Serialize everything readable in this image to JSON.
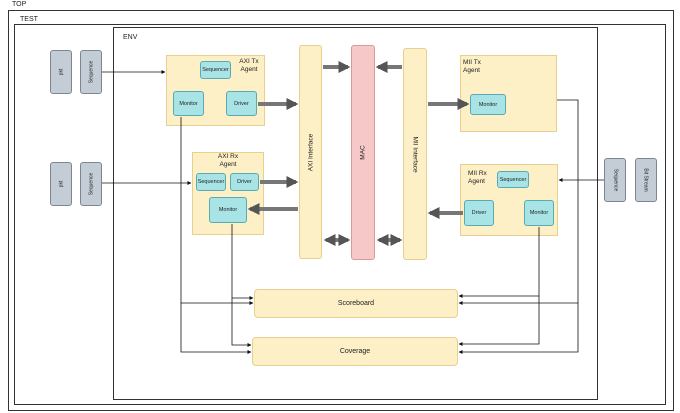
{
  "top_label": "TOP",
  "test_label": "TEST",
  "env_label": "ENV",
  "left_upper": {
    "pkt": "pkt",
    "sequence": "Sequence"
  },
  "left_lower": {
    "pkt": "pkt",
    "sequence": "Sequence"
  },
  "right_side": {
    "sequence": "Sequence",
    "bitstream": "Bit Stream"
  },
  "axi_tx": {
    "title_line1": "AXI Tx",
    "title_line2": "Agent",
    "sequencer": "Sequencer",
    "monitor": "Monitor",
    "driver": "Driver"
  },
  "axi_rx": {
    "title_line1": "AXI Rx",
    "title_line2": "Agent",
    "sequencer": "Sequencer",
    "driver": "Driver",
    "monitor": "Monitor"
  },
  "mii_tx": {
    "title_line1": "MII Tx",
    "title_line2": "Agent",
    "monitor": "Monitor"
  },
  "mii_rx": {
    "title_line1": "MII Rx",
    "title_line2": "Agent",
    "sequencer": "Sequencer",
    "driver": "Driver",
    "monitor": "Monitor"
  },
  "axi_interface": "AXI Interface",
  "mac": "MAC",
  "mii_interface": "MII Interface",
  "scoreboard": "Scoreboard",
  "coverage": "Coverage",
  "colors": {
    "agent": "#fdefc6",
    "sub": "#a8e3e6",
    "mac": "#f6c8c8",
    "seq": "#c4cdd6",
    "arrow": "#777777"
  }
}
